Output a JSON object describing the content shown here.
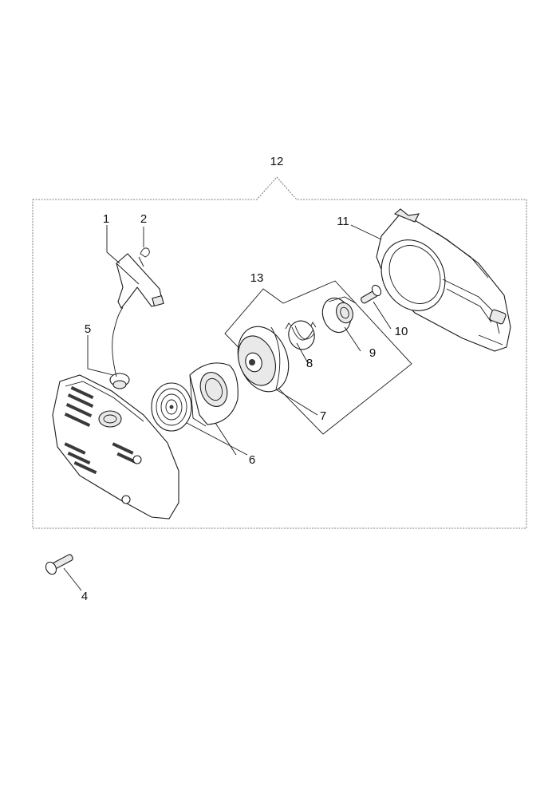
{
  "diagram": {
    "callouts": {
      "c1": "1",
      "c2": "2",
      "c4": "4",
      "c5": "5",
      "c6": "6",
      "c7": "7",
      "c8": "8",
      "c9": "9",
      "c10": "10",
      "c11": "11",
      "c12": "12",
      "c13": "13"
    }
  }
}
